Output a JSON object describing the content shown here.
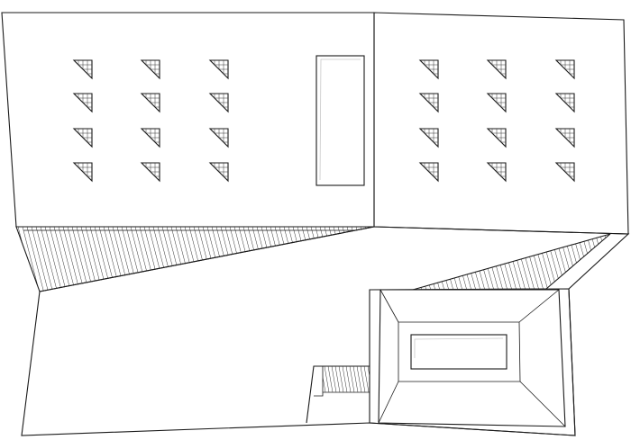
{
  "diagram": {
    "kind": "roof-plan-line-drawing",
    "colors": {
      "line": "#1a1a1a",
      "paper": "#ffffff",
      "highlight": "#c8c8c8"
    },
    "skylights": {
      "left_block": {
        "columns": 3,
        "rows": 4
      },
      "right_block": {
        "columns": 3,
        "rows": 4
      }
    },
    "hatched_roof_strips": 2,
    "rooflights": 2,
    "stairs": 1
  }
}
